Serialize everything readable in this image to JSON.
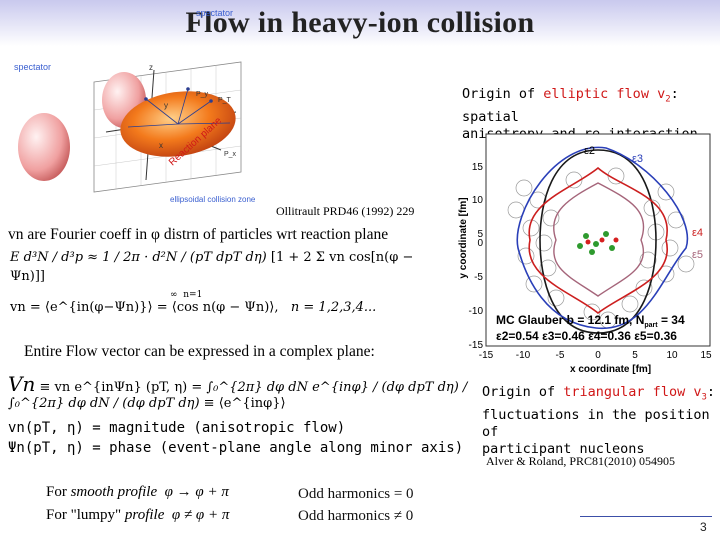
{
  "slide": {
    "title": "Flow in heavy-ion collision",
    "page_number": "3"
  },
  "collision_figure": {
    "spectator_label_1": "spectator",
    "spectator_label_2": "spectator",
    "reaction_plane_label": "Reaction plane",
    "axis_z": "z",
    "axis_x": "x",
    "axis_y": "y",
    "py_label": "P_y",
    "px_label": "P_x",
    "pt_label": "P_T",
    "zone_label": "ellipsoidal collision zone",
    "citation": "Ollitrault PRD46 (1992) 229"
  },
  "elliptic_note": {
    "prefix": "Origin of ",
    "highlight": "elliptic flow v",
    "sub": "2",
    "suffix": ": spatial",
    "line2": "anisotropy and re-interaction"
  },
  "glauber_plot": {
    "ylabel": "y coordinate [fm]",
    "xlabel": "x coordinate [fm]",
    "yticks": [
      "15",
      "10",
      "5",
      "0",
      "-5",
      "-10",
      "-15"
    ],
    "xticks": [
      "-15",
      "-10",
      "-5",
      "0",
      "5",
      "10",
      "15"
    ],
    "line1": "MC Glauber b = 12.1 fm, N",
    "line1_sub": "part",
    "line1_end": " = 34",
    "line2": "ε2=0.54 ε3=0.46 ε4=0.36 ε5=0.36",
    "labels": {
      "e2": "ε2",
      "e3": "ε3",
      "e4": "ε4",
      "e5": "ε5"
    },
    "colors": {
      "e2": "#1a1a1a",
      "e3": "#2a3fb8",
      "e4": "#cc1f1f",
      "e5": "#a5657a",
      "bg": "#ffffff"
    }
  },
  "fourier_text": "vn are Fourier coeff in φ distrn of particles wrt reaction plane",
  "fourier_equation": {
    "lhs": "E d³N / d³p",
    "approx": "≈",
    "rhs1": "1 / 2π · d²N / (pT dpT dη)",
    "series": "[1 + 2 Σ vn cos[n(φ − Ψn)]]",
    "sum_top": "∞",
    "sum_bottom": "n=1",
    "vn_def": "vn = ⟨e^{in(φ−Ψn)}⟩ = ⟨cos n(φ − Ψn)⟩,",
    "n_values": "n = 1,2,3,4..."
  },
  "complex_plane_text": "Entire Flow vector can be expressed in a complex plane:",
  "complex_equation": {
    "lhs": "Vn",
    "eq1": "≡ vn e^{inΨn} (pT, η) =",
    "int1": "∫₀^{2π} dφ dN e^{inφ} / (dφ dpT dη)",
    "int2": "/ ∫₀^{2π} dφ dN / (dφ dpT dη)",
    "rhs": "≡ ⟨e^{inφ}⟩"
  },
  "magnitude_line": "vn(pT, η) = magnitude (anisotropic flow)",
  "phase_line": "Ψn(pT, η) = phase (event-plane angle along minor axis)",
  "triangular_note": {
    "prefix": "Origin of ",
    "highlight": "triangular flow v",
    "sub": "3",
    "suffix": ":",
    "line2": "fluctuations in the position of",
    "line3": "participant nucleons"
  },
  "alver_citation": "Alver & Roland, PRC81(2010) 054905",
  "profiles": {
    "smooth_prefix": "For ",
    "smooth_italic": "smooth profile",
    "smooth_math": "φ → φ + π",
    "lumpy_prefix": "For \"lumpy\" ",
    "lumpy_italic": "profile",
    "lumpy_math": "φ ≠ φ + π"
  },
  "harmonics": {
    "smooth": "Odd harmonics = 0",
    "lumpy": "Odd harmonics  ≠ 0"
  }
}
